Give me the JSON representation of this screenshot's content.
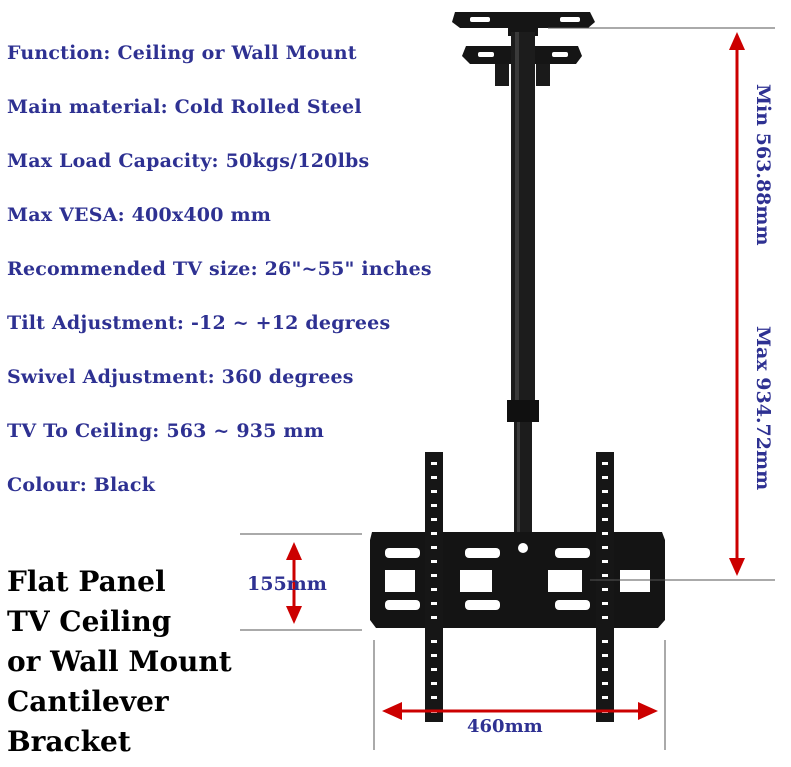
{
  "specs": [
    "Function: Ceiling or Wall Mount",
    "Main material: Cold Rolled Steel",
    "Max Load Capacity: 50kgs/120lbs",
    "Max VESA: 400x400 mm",
    "Recommended TV size: 26\"~55\" inches",
    "Tilt Adjustment: -12 ~ +12 degrees",
    "Swivel Adjustment: 360 degrees",
    "TV To Ceiling: 563 ~ 935 mm",
    "Colour: Black"
  ],
  "title_lines": [
    "Flat Panel",
    "TV Ceiling",
    "or Wall Mount",
    "Cantilever",
    "Bracket"
  ],
  "dimensions": {
    "min_height": "Min 563.88mm",
    "max_height": "Max 934.72mm",
    "plate_height": "155mm",
    "plate_width": "460mm"
  },
  "colors": {
    "spec_text": "#2e3192",
    "arrow": "#cc0000",
    "bracket": "#111111"
  }
}
